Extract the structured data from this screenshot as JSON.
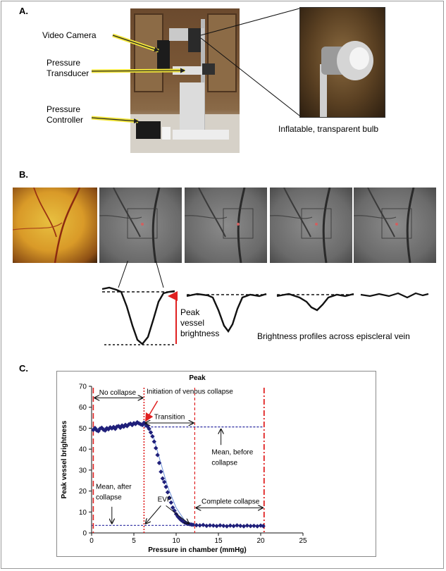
{
  "panel_a": {
    "label": "A.",
    "callouts": {
      "video_camera": "Video Camera",
      "pressure_transducer": [
        "Pressure",
        "Transducer"
      ],
      "pressure_controller": [
        "Pressure",
        "Controller"
      ]
    },
    "bulb_caption": "Inflatable, transparent bulb"
  },
  "panel_b": {
    "label": "B.",
    "profile_annotation": [
      "Peak",
      "vessel",
      "brightness"
    ],
    "profiles_caption": "Brightness profiles across episcleral vein"
  },
  "panel_c": {
    "label": "C.",
    "chart_data": {
      "type": "scatter",
      "title": "Peak",
      "xlabel": "Pressure in chamber (mmHg)",
      "ylabel": "Peak vessel brightness",
      "xlim": [
        0,
        25
      ],
      "ylim": [
        0,
        70
      ],
      "x_ticks": [
        0,
        5,
        10,
        15,
        20,
        25
      ],
      "y_ticks": [
        0,
        10,
        20,
        30,
        40,
        50,
        60,
        70
      ],
      "grid": false,
      "series": [
        {
          "color": "#1f1f7a",
          "points": [
            [
              0.2,
              49.2
            ],
            [
              0.4,
              50.1
            ],
            [
              0.6,
              49.0
            ],
            [
              0.8,
              48.6
            ],
            [
              1.0,
              49.8
            ],
            [
              1.2,
              50.2
            ],
            [
              1.4,
              49.3
            ],
            [
              1.6,
              48.9
            ],
            [
              1.8,
              50.0
            ],
            [
              2.0,
              49.5
            ],
            [
              2.2,
              50.4
            ],
            [
              2.4,
              49.9
            ],
            [
              2.6,
              50.6
            ],
            [
              2.8,
              49.7
            ],
            [
              3.0,
              50.8
            ],
            [
              3.2,
              51.0
            ],
            [
              3.4,
              50.2
            ],
            [
              3.6,
              51.3
            ],
            [
              3.8,
              50.7
            ],
            [
              4.0,
              51.6
            ],
            [
              4.2,
              51.0
            ],
            [
              4.4,
              51.8
            ],
            [
              4.6,
              52.2
            ],
            [
              4.8,
              51.5
            ],
            [
              5.0,
              52.4
            ],
            [
              5.2,
              52.0
            ],
            [
              5.4,
              52.8
            ],
            [
              5.6,
              52.3
            ],
            [
              5.8,
              51.9
            ],
            [
              6.0,
              51.5
            ],
            [
              6.2,
              52.6
            ],
            [
              6.4,
              51.8
            ],
            [
              6.6,
              50.9
            ],
            [
              6.8,
              49.7
            ],
            [
              7.0,
              48.0
            ],
            [
              7.2,
              46.1
            ],
            [
              7.4,
              43.6
            ],
            [
              7.6,
              40.5
            ],
            [
              7.8,
              37.2
            ],
            [
              8.0,
              33.4
            ],
            [
              8.2,
              29.2
            ],
            [
              8.4,
              26.0
            ],
            [
              8.6,
              24.3
            ],
            [
              8.8,
              22.0
            ],
            [
              9.0,
              19.4
            ],
            [
              9.2,
              16.8
            ],
            [
              9.4,
              14.5
            ],
            [
              9.6,
              12.1
            ],
            [
              9.8,
              10.6
            ],
            [
              10.0,
              9.0
            ],
            [
              10.2,
              7.8
            ],
            [
              10.4,
              6.9
            ],
            [
              10.6,
              6.1
            ],
            [
              10.8,
              5.5
            ],
            [
              11.0,
              5.0
            ],
            [
              11.2,
              4.6
            ],
            [
              11.4,
              4.4
            ],
            [
              11.6,
              4.2
            ],
            [
              11.8,
              4.0
            ],
            [
              12.0,
              3.9
            ],
            [
              12.4,
              3.7
            ],
            [
              12.8,
              3.6
            ],
            [
              13.2,
              3.8
            ],
            [
              13.6,
              3.4
            ],
            [
              14.0,
              3.6
            ],
            [
              14.4,
              3.5
            ],
            [
              14.8,
              3.3
            ],
            [
              15.2,
              3.6
            ],
            [
              15.6,
              3.4
            ],
            [
              16.0,
              3.2
            ],
            [
              16.4,
              3.5
            ],
            [
              16.8,
              3.3
            ],
            [
              17.2,
              3.6
            ],
            [
              17.6,
              3.4
            ],
            [
              18.0,
              3.2
            ],
            [
              18.4,
              3.5
            ],
            [
              18.8,
              3.3
            ],
            [
              19.2,
              3.4
            ],
            [
              19.6,
              3.2
            ],
            [
              20.0,
              3.5
            ],
            [
              20.3,
              3.3
            ]
          ],
          "fit": [
            [
              0,
              49.6
            ],
            [
              3,
              50.6
            ],
            [
              5.5,
              52.0
            ],
            [
              6.5,
              51.0
            ],
            [
              7.3,
              46
            ],
            [
              8,
              36
            ],
            [
              9,
              22
            ],
            [
              10,
              12
            ],
            [
              11,
              6
            ],
            [
              12,
              3.6
            ],
            [
              12.5,
              3.4
            ]
          ]
        }
      ],
      "reference_lines": {
        "mean_before_collapse": 50.6,
        "mean_after_collapse": 3.6,
        "vertical": [
          0.2,
          6.2,
          12.2,
          20.4
        ]
      },
      "annotations": {
        "no_collapse": "No collapse",
        "initiation": "Initiation of venous collapse",
        "transition": "Transition",
        "mean_before": [
          "Mean, before",
          "collapse"
        ],
        "mean_after": [
          "Mean, after",
          "collapse"
        ],
        "evp": "EVP",
        "complete_collapse": "Complete collapse"
      }
    }
  }
}
